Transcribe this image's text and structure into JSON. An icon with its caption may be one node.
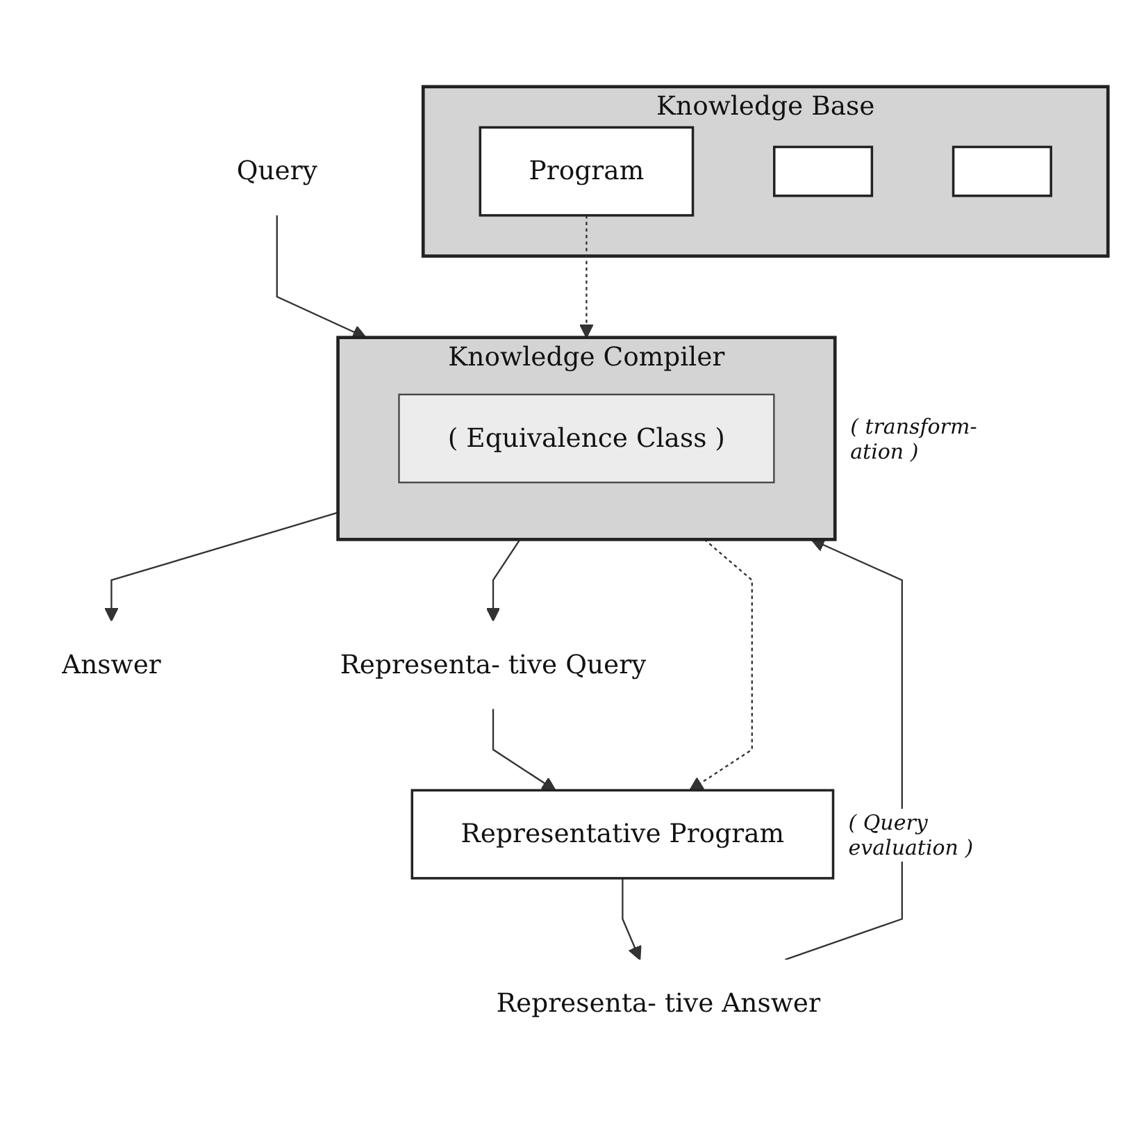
{
  "diagram": {
    "nodes": [
      {
        "text": [
          "Query"
        ]
      },
      {
        "text": [
          "Answer"
        ]
      },
      {
        "text": [
          "Knowledge Compiler"
        ],
        "beside": [
          "( transform- ation )"
        ]
      },
      {
        "text": [
          "( Equivalence Class )"
        ],
        "in": 2
      },
      {
        "text": [
          "Representative Program"
        ],
        "beside": [
          "( Query evaluation )"
        ]
      },
      {
        "text": [
          "Representa- tive Query"
        ]
      },
      {
        "text": [
          "Representa- tive Answer"
        ]
      },
      {
        "text": [
          "Knowledge Base"
        ]
      },
      {
        "text": [
          "Program"
        ],
        "in": 7
      },
      {
        "text": [],
        "shape": "box",
        "in": 7
      },
      {
        "text": [],
        "shape": "box",
        "in": 7
      }
    ],
    "edges": [
      {
        "from": 0,
        "to": 2,
        "arrow": "to"
      },
      {
        "from": 2,
        "to": 1,
        "arrow": "to"
      },
      {
        "from": 2,
        "to": 4,
        "arrow": "to",
        "style": "dashed"
      },
      {
        "from": 2,
        "to": 5,
        "arrow": "to"
      },
      {
        "from": 5,
        "to": 4,
        "arrow": "to"
      },
      {
        "from": 4,
        "to": 6,
        "arrow": "to"
      },
      {
        "from": 6,
        "to": 2,
        "arrow": "to"
      },
      {
        "from": 8,
        "to": 2,
        "arrow": "to",
        "style": "dashed"
      }
    ]
  }
}
